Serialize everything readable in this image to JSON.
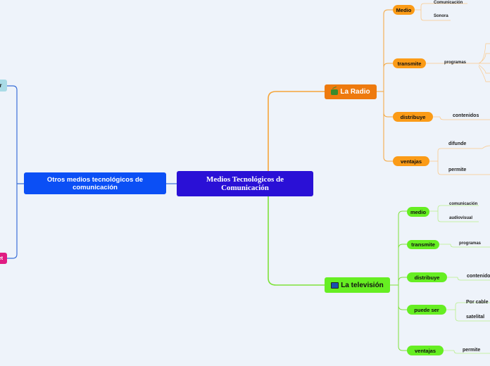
{
  "central": "Medios Tecnológicos de Comunicación",
  "otros": "Otros medios tecnológicos de comunicación",
  "edge_top": "r",
  "edge_bottom": "et",
  "radio": {
    "title": "La Radio",
    "icon": "radio-icon",
    "medio": "Medio",
    "comunicacion": "Comunicación",
    "sonora": "Sonora",
    "transmite": "transmite",
    "programas": "programas",
    "distribuye": "distribuye",
    "contenidos": "contenidos",
    "ventajas": "ventajas",
    "difunde": "difunde",
    "permite": "permite"
  },
  "tv": {
    "title": "La televisión",
    "icon": "tv-icon",
    "medio": "medio",
    "comunicacion": "comunicación",
    "audiovisual": "audiovisual",
    "transmite": "transmite",
    "programas": "programas",
    "distribuye": "distribuye",
    "contenidos": "contenidos",
    "puede_ser": "puede ser",
    "por_cable": "Por cable",
    "satelital": "satelital",
    "ventajas": "ventajas",
    "permite": "permite"
  },
  "colors": {
    "background": "#eef3fa",
    "central": "#2a10d6",
    "otros": "#0b4ff5",
    "radio": "#ee7a0e",
    "radio_pill": "#fb9b17",
    "tv": "#66ee22",
    "line_blue": "#3a6fd8",
    "line_orange": "#f5a53a",
    "line_green": "#7ee23a"
  }
}
